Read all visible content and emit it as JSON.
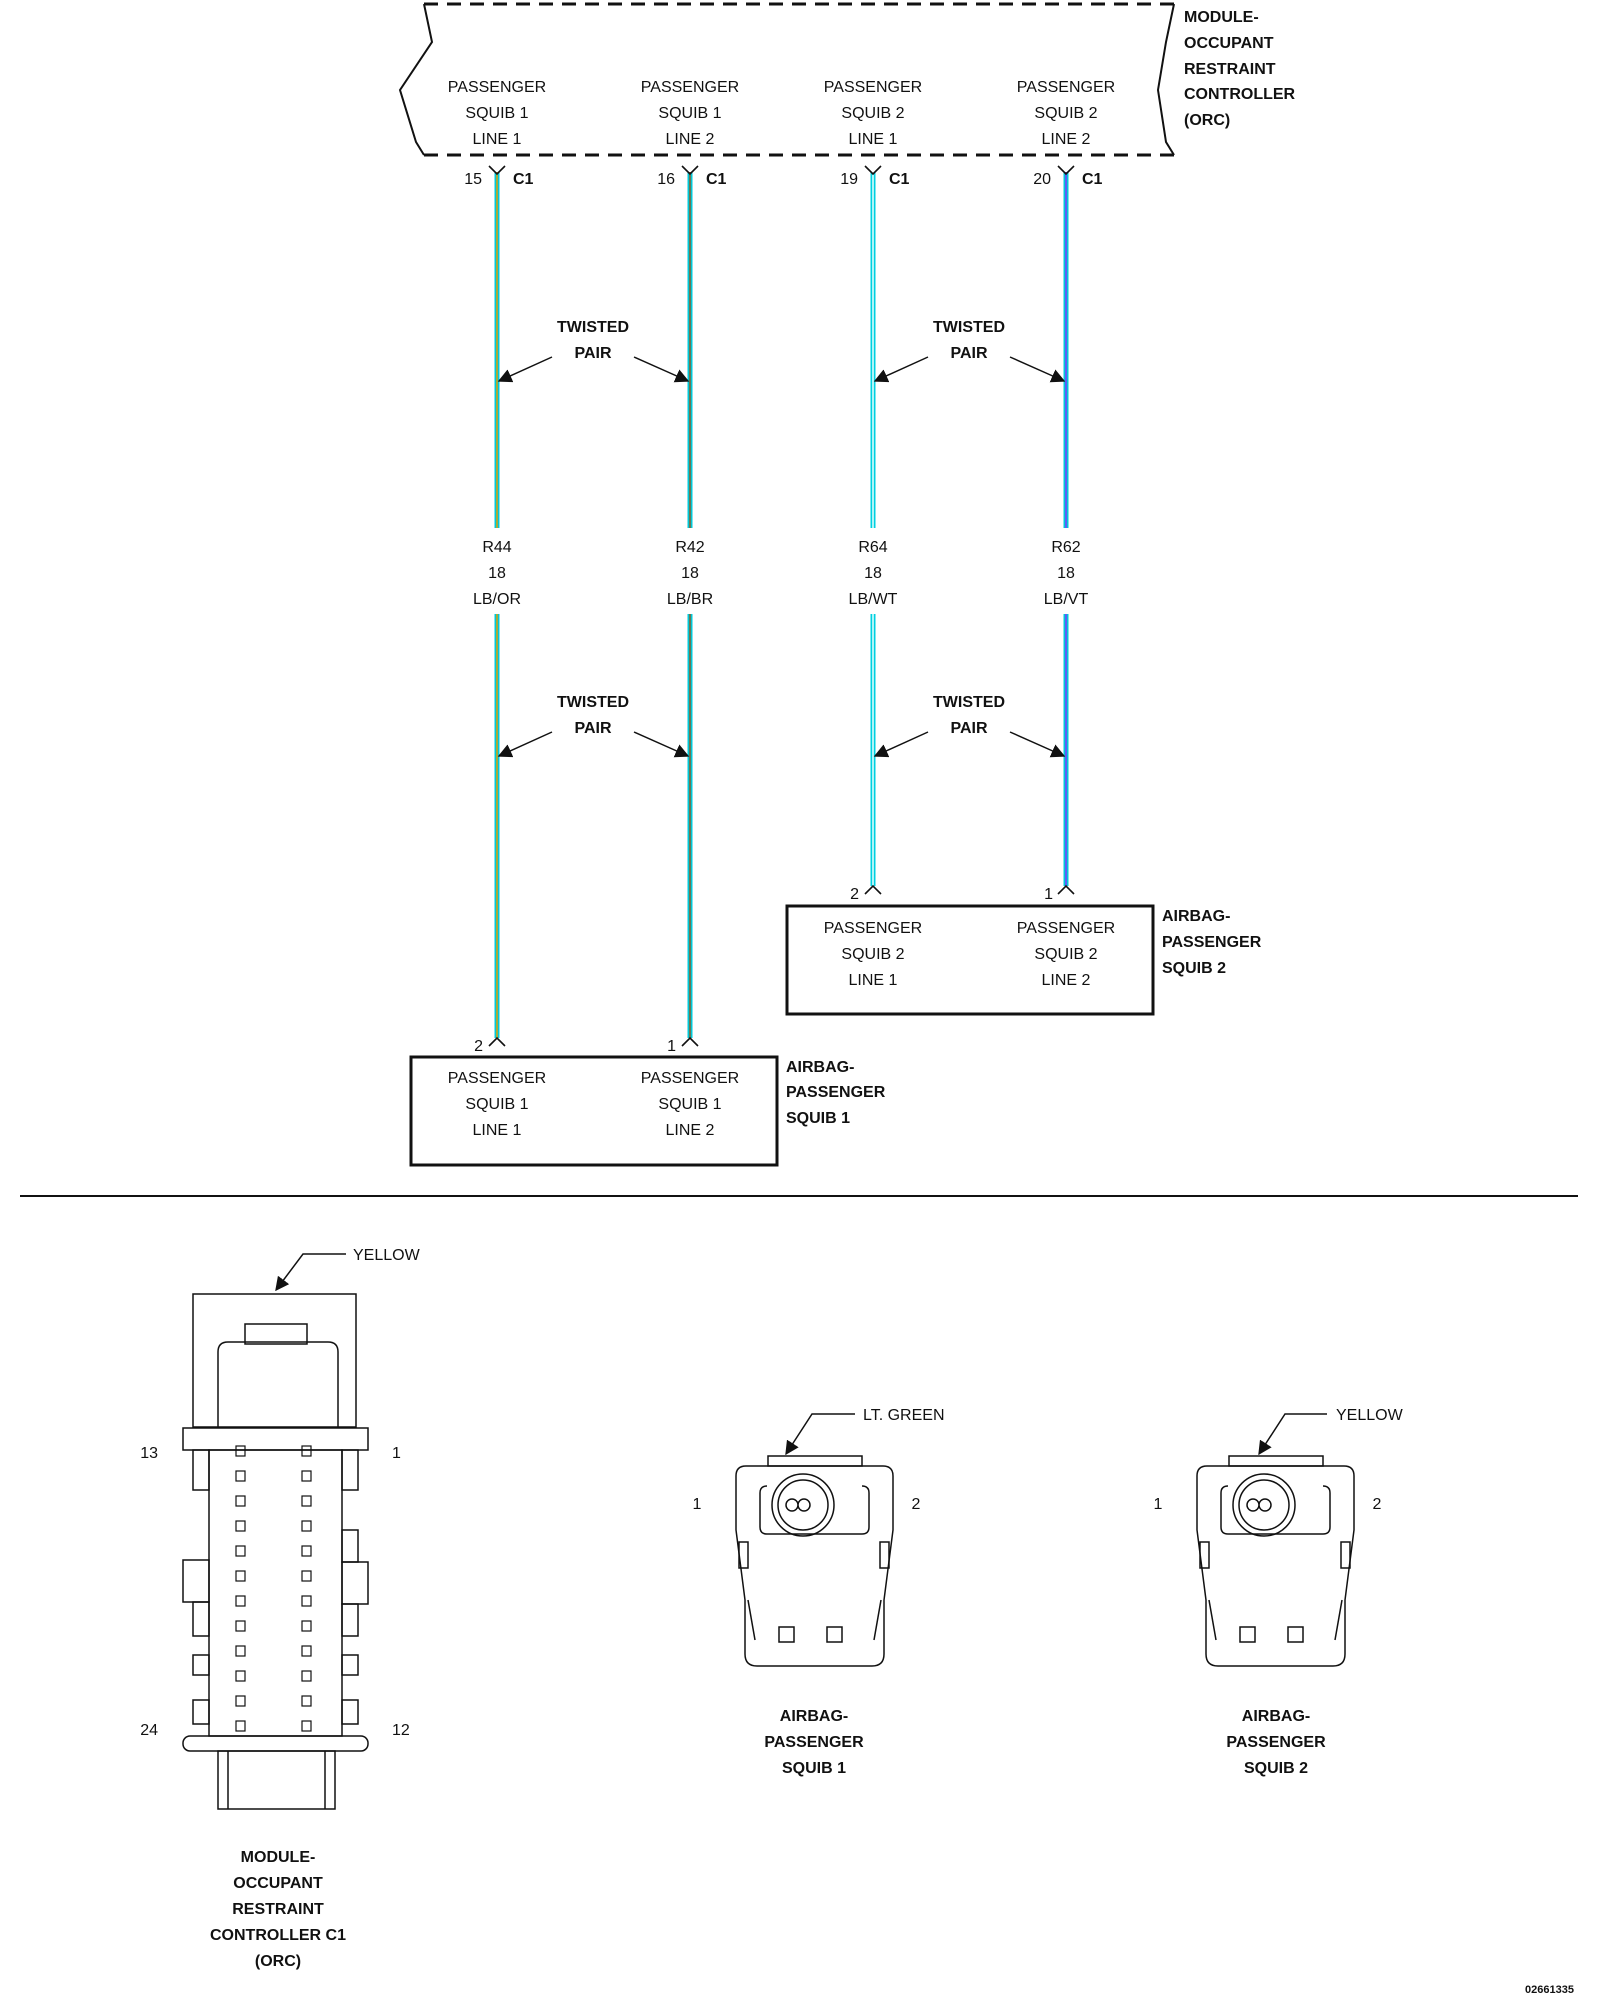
{
  "orc_module": {
    "name_lines": [
      "MODULE-",
      "OCCUPANT",
      "RESTRAINT",
      "CONTROLLER",
      "(ORC)"
    ],
    "circuits": [
      {
        "label_lines": [
          "PASSENGER",
          "SQUIB 1",
          "LINE 1"
        ],
        "pin": "15",
        "connector": "C1",
        "wire_id": "R44",
        "gauge": "18",
        "color": "LB/OR",
        "stripe": "#00c8d8",
        "tracer": "#e0a000"
      },
      {
        "label_lines": [
          "PASSENGER",
          "SQUIB 1",
          "LINE 2"
        ],
        "pin": "16",
        "connector": "C1",
        "wire_id": "R42",
        "gauge": "18",
        "color": "LB/BR",
        "stripe": "#00c8d8",
        "tracer": "#8a5a2b"
      },
      {
        "label_lines": [
          "PASSENGER",
          "SQUIB 2",
          "LINE 1"
        ],
        "pin": "19",
        "connector": "C1",
        "wire_id": "R64",
        "gauge": "18",
        "color": "LB/WT",
        "stripe": "#00d0e0",
        "tracer": "#e8ffff"
      },
      {
        "label_lines": [
          "PASSENGER",
          "SQUIB 2",
          "LINE 2"
        ],
        "pin": "20",
        "connector": "C1",
        "wire_id": "R62",
        "gauge": "18",
        "color": "LB/VT",
        "stripe": "#00c8d8",
        "tracer": "#7a3cff"
      }
    ]
  },
  "twisted_pair_label": [
    "TWISTED",
    "PAIR"
  ],
  "squib1": {
    "name_lines": [
      "AIRBAG-",
      "PASSENGER",
      "SQUIB 1"
    ],
    "pins": [
      "2",
      "1"
    ],
    "box_labels": [
      [
        "PASSENGER",
        "SQUIB 1",
        "LINE 1"
      ],
      [
        "PASSENGER",
        "SQUIB 1",
        "LINE 2"
      ]
    ]
  },
  "squib2": {
    "name_lines": [
      "AIRBAG-",
      "PASSENGER",
      "SQUIB 2"
    ],
    "pins": [
      "2",
      "1"
    ],
    "box_labels": [
      [
        "PASSENGER",
        "SQUIB 2",
        "LINE 1"
      ],
      [
        "PASSENGER",
        "SQUIB 2",
        "LINE 2"
      ]
    ]
  },
  "connector_views": {
    "orc_c1": {
      "color_label": "YELLOW",
      "pin_labels": {
        "top_left": "13",
        "top_right": "1",
        "bottom_left": "24",
        "bottom_right": "12"
      },
      "name_lines": [
        "MODULE-",
        "OCCUPANT",
        "RESTRAINT",
        "CONTROLLER C1",
        "(ORC)"
      ]
    },
    "squib1": {
      "color_label": "LT. GREEN",
      "pin_labels": {
        "left": "1",
        "right": "2"
      },
      "name_lines": [
        "AIRBAG-",
        "PASSENGER",
        "SQUIB 1"
      ]
    },
    "squib2": {
      "color_label": "YELLOW",
      "pin_labels": {
        "left": "1",
        "right": "2"
      },
      "name_lines": [
        "AIRBAG-",
        "PASSENGER",
        "SQUIB 2"
      ]
    }
  },
  "figure_id": "02661335"
}
